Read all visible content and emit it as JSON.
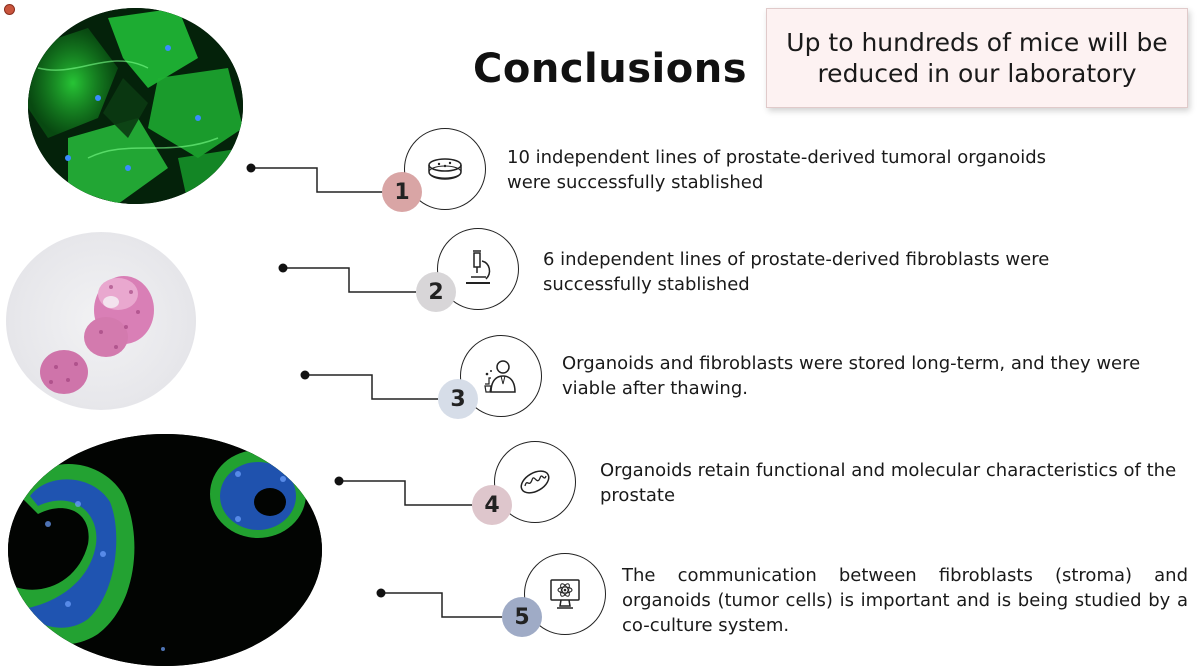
{
  "slide": {
    "title": "Conclusions",
    "callout": "Up to hundreds of mice will be reduced in our laboratory"
  },
  "images": [
    {
      "icon": "fluorescence-microscopy-fibroblasts-image"
    },
    {
      "icon": "histology-stained-organoids-image"
    },
    {
      "icon": "fluorescence-organoids-image"
    }
  ],
  "items": [
    {
      "number": "1",
      "icon": "petri-dish-icon",
      "badge_color": "#d9a5a5",
      "text": "10 independent lines of prostate-derived tumoral organoids were successfully stablished"
    },
    {
      "number": "2",
      "icon": "microscope-icon",
      "badge_color": "#d8d6d8",
      "text": "6 independent lines of prostate-derived fibroblasts were successfully stablished"
    },
    {
      "number": "3",
      "icon": "scientist-icon",
      "badge_color": "#d6dde8",
      "text": "Organoids and fibroblasts were stored long-term, and they were viable after thawing."
    },
    {
      "number": "4",
      "icon": "mitochondria-icon",
      "badge_color": "#dec6cc",
      "text": "Organoids retain functional and molecular characteristics of the prostate"
    },
    {
      "number": "5",
      "icon": "computer-atom-icon",
      "badge_color": "#9fabc6",
      "text": "The communication between fibroblasts (stroma) and organoids (tumor cells) is important and is being studied by a co-culture system."
    }
  ]
}
